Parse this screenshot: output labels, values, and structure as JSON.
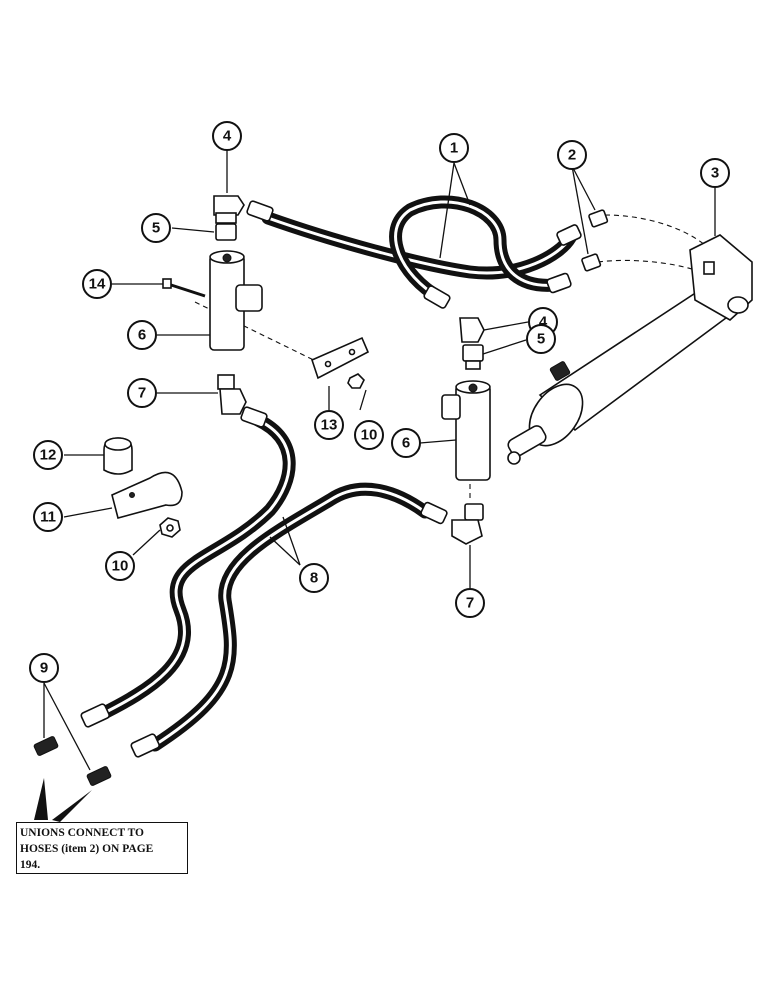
{
  "callouts": {
    "c1": "1",
    "c2": "2",
    "c3": "3",
    "c4a": "4",
    "c4b": "4",
    "c5a": "5",
    "c5b": "5",
    "c6a": "6",
    "c6b": "6",
    "c7a": "7",
    "c7b": "7",
    "c8": "8",
    "c9": "9",
    "c10a": "10",
    "c10b": "10",
    "c11": "11",
    "c12": "12",
    "c13": "13",
    "c14": "14"
  },
  "note": {
    "text": "UNIONS CONNECT TO\nHOSES (item 2) ON PAGE\n194."
  }
}
